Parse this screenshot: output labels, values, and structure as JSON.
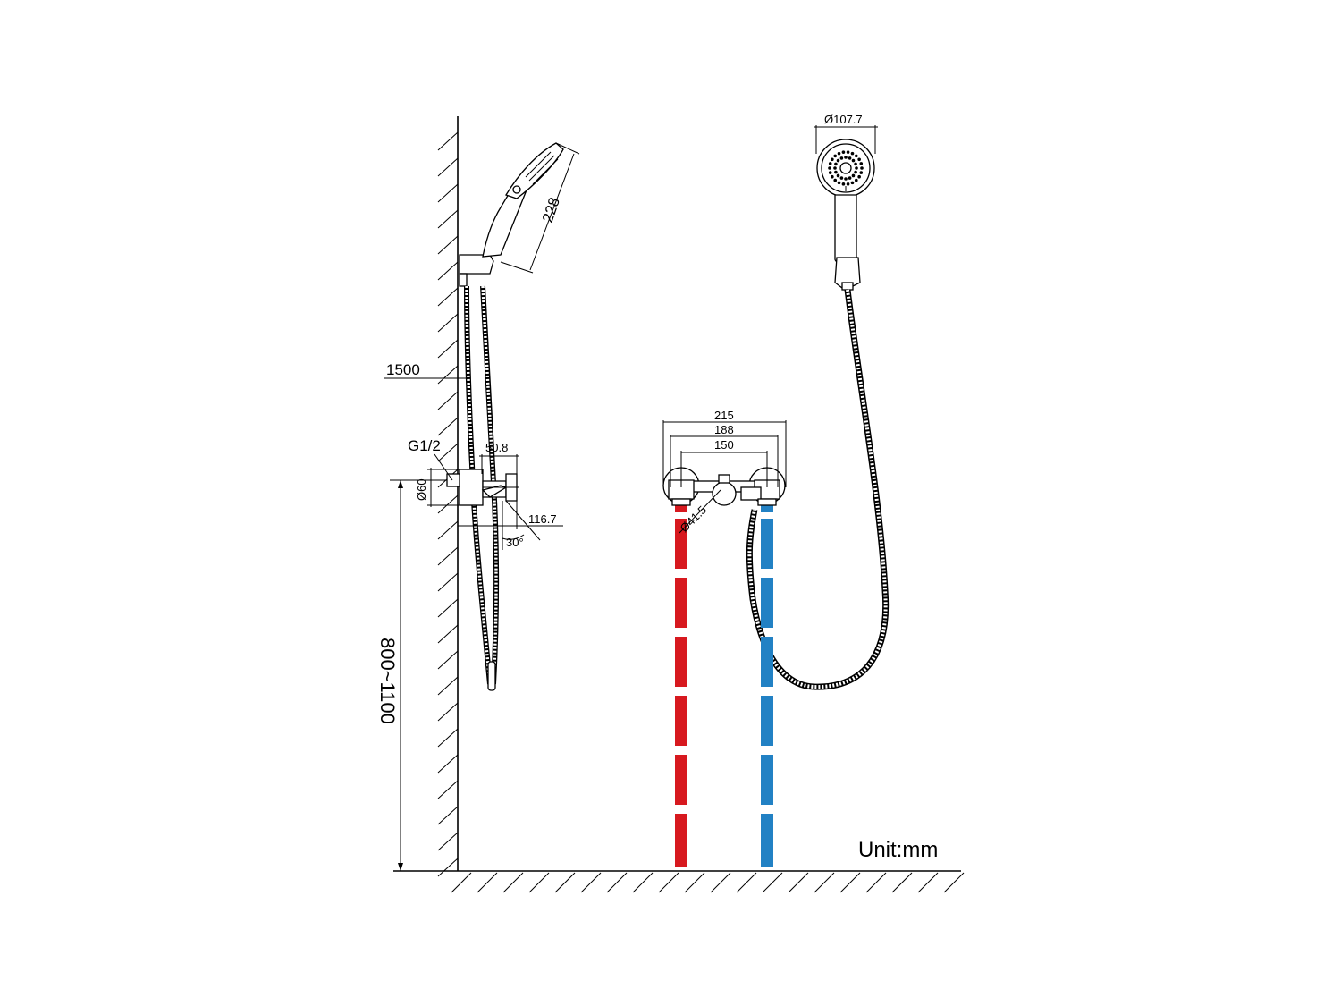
{
  "labels": {
    "height_total": "1500",
    "thread": "G1/2",
    "offset": "50.8",
    "flange_diameter": "Ø60",
    "projection": "116.7",
    "angle": "30°",
    "height_range": "800~1100",
    "handshower_length": "228",
    "head_diameter": "Ø107.7",
    "width_outer": "215",
    "width_mid": "188",
    "width_inner": "150",
    "body_diameter": "Ø41.5",
    "unit": "Unit:mm"
  },
  "colors": {
    "hot_pipe": "#d7191f",
    "cold_pipe": "#2281c4",
    "line": "#000000"
  }
}
